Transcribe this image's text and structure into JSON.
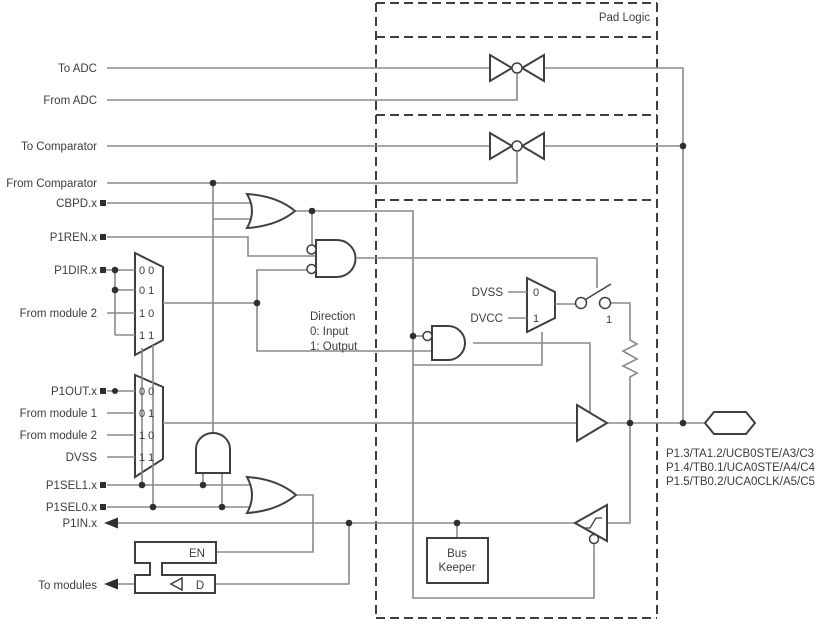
{
  "title": "Pad Logic",
  "left_labels": [
    "To ADC",
    "From ADC",
    "To Comparator",
    "From Comparator",
    "CBPD.x",
    "P1REN.x",
    "P1DIR.x",
    "From module 2",
    "P1OUT.x",
    "From module 1",
    "From module 2",
    "DVSS",
    "P1SEL1.x",
    "P1SEL0.x",
    "P1IN.x",
    "To modules"
  ],
  "direction_mux_rows": [
    "0 0",
    "0 1",
    "1 0",
    "1 1"
  ],
  "output_mux_rows": [
    "0 0",
    "0 1",
    "1 0",
    "1 1"
  ],
  "pull_mux": {
    "input_labels": [
      "DVSS",
      "DVCC"
    ],
    "select_values": [
      "0",
      "1"
    ]
  },
  "pull_switch_label": "1",
  "direction_note": [
    "Direction",
    "0: Input",
    "1: Output"
  ],
  "latch": {
    "enable_label": "EN",
    "data_label": "D"
  },
  "bus_keeper": [
    "Bus",
    "Keeper"
  ],
  "pin_labels": [
    "P1.3/TA1.2/UCB0STE/A3/C3",
    "P1.4/TB0.1/UCA0STE/A4/C4",
    "P1.5/TB0.2/UCA0CLK/A5/C5"
  ],
  "colors": {
    "wire": "#8a8a8a",
    "outline": "#3f3f3f",
    "text": "#3c3c3c",
    "background": "#ffffff"
  }
}
